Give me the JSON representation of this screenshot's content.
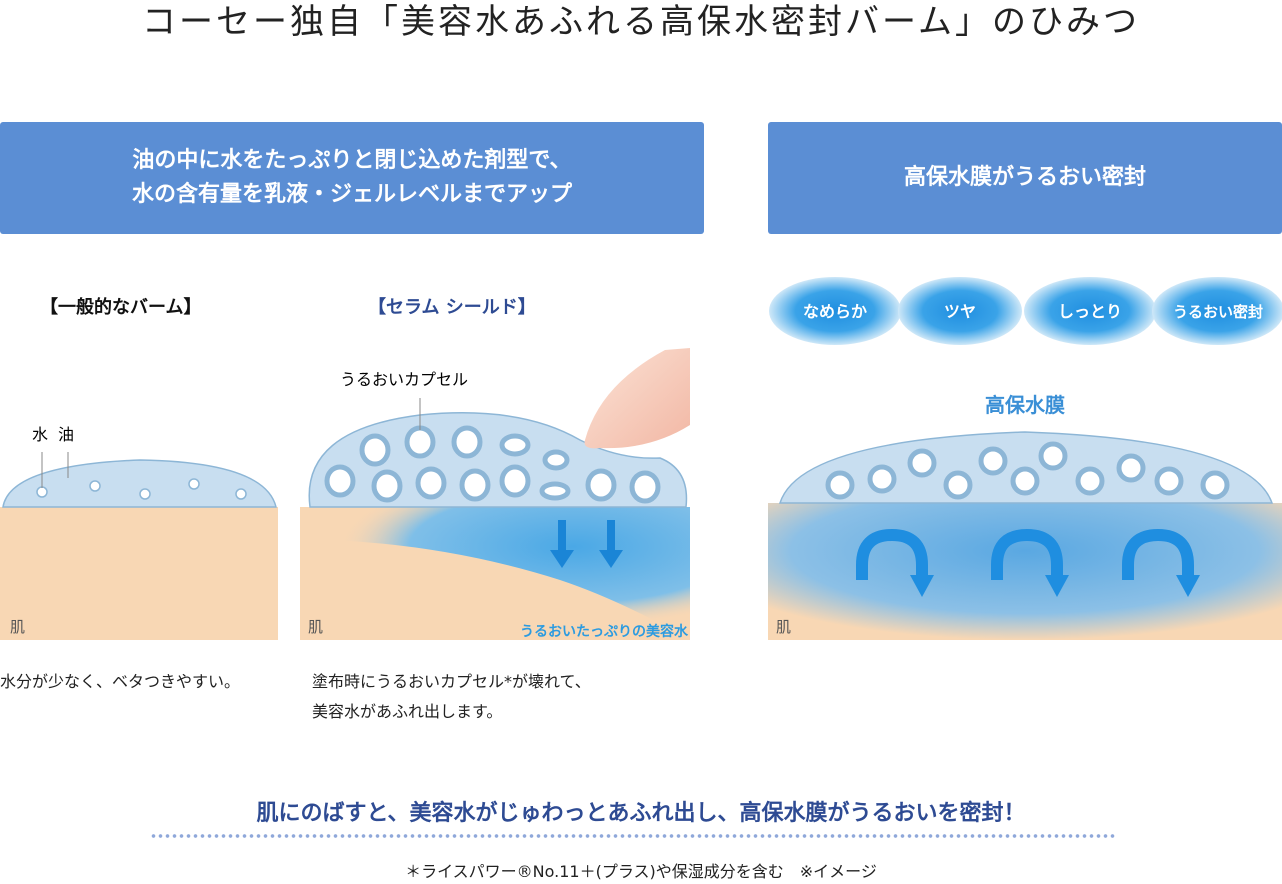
{
  "title": "コーセー独自「美容水あふれる高保水密封バーム」のひみつ",
  "left_header": {
    "line1": "油の中に水をたっぷりと閉じ込めた剤型で、",
    "line2": "水の含有量を乳液・ジェルレベルまでアップ"
  },
  "right_header": "高保水膜がうるおい密封",
  "general_balm": {
    "label": "【一般的なバーム】",
    "water": "水",
    "oil": "油",
    "skin": "肌",
    "caption": "水分が少なく、ベタつきやすい。"
  },
  "serum_shield": {
    "label": "【セラム シールド】",
    "capsule": "うるおいカプセル",
    "skin": "肌",
    "serum_text": "うるおいたっぷりの美容水",
    "caption1": "塗布時にうるおいカプセル*が壊れて、",
    "caption2": "美容水があふれ出します。"
  },
  "membrane": {
    "bubbles": [
      "なめらか",
      "ツヤ",
      "しっとり",
      "うるおい密封"
    ],
    "label": "高保水膜",
    "skin": "肌"
  },
  "bottom_message": "肌にのばすと、美容水がじゅわっとあふれ出し、高保水膜がうるおいを密封！",
  "footnote": "＊ライスパワー®No.11＋(プラス)や保湿成分を含む　※イメージ",
  "colors": {
    "header_blue": "#5b8ed4",
    "navy": "#2e4b93",
    "skin": "#f8d7b4",
    "water_blue": "#3a9ee0"
  }
}
